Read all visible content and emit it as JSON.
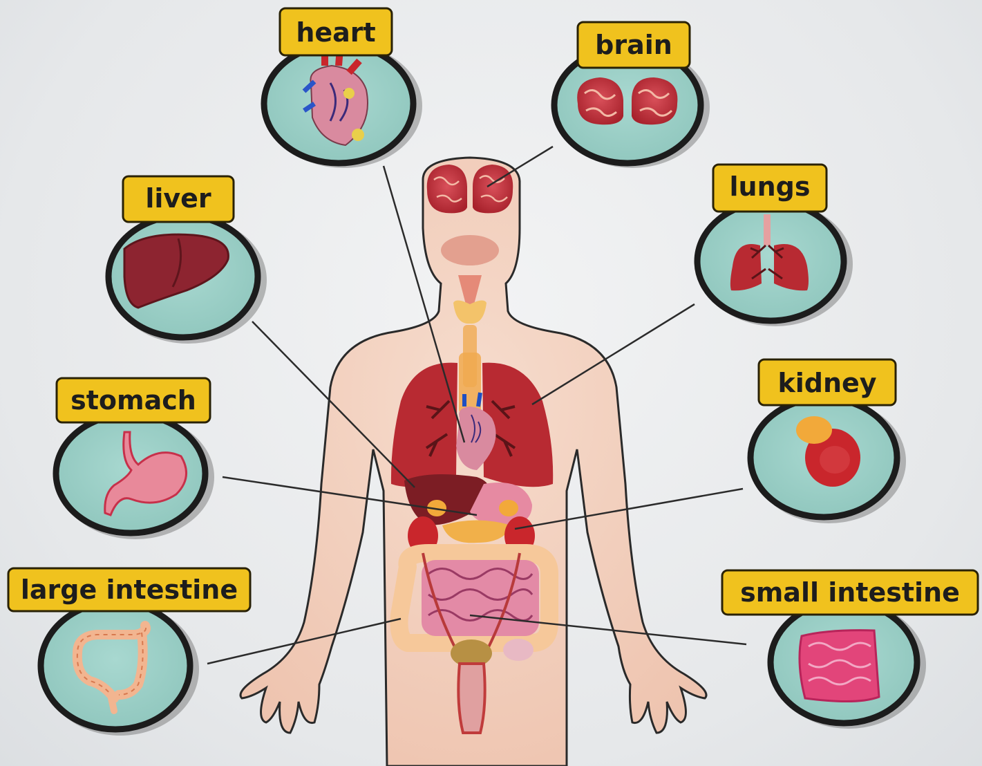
{
  "organs": [
    {
      "id": "heart",
      "label": "heart"
    },
    {
      "id": "brain",
      "label": "brain"
    },
    {
      "id": "liver",
      "label": "liver"
    },
    {
      "id": "lungs",
      "label": "lungs"
    },
    {
      "id": "stomach",
      "label": "stomach"
    },
    {
      "id": "kidney",
      "label": "kidney"
    },
    {
      "id": "large-intestine",
      "label": "large intestine"
    },
    {
      "id": "small-intestine",
      "label": "small intestine"
    }
  ],
  "colors": {
    "label_fill": "#f0c21e",
    "label_border": "#2a2206",
    "circle_fill": "#9fd0c8",
    "circle_ring": "#1c1c1c",
    "organ_red": "#b5262f",
    "skin": "#f3d2c1",
    "leader_line": "#2b2b2b"
  }
}
